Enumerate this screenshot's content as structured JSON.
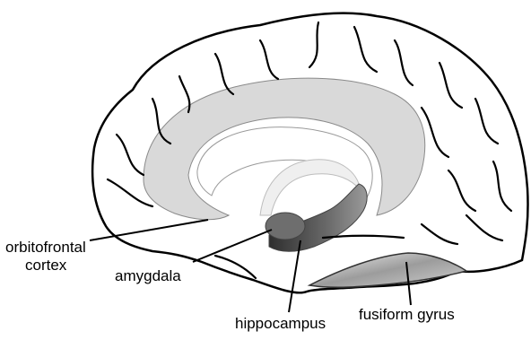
{
  "labels": {
    "orbitofrontal_line1": "orbitofrontal",
    "orbitofrontal_line2": "cortex",
    "amygdala": "amygdala",
    "hippocampus": "hippocampus",
    "fusiform": "fusiform gyrus"
  },
  "colors": {
    "outline": "#000000",
    "cingulate_fill": "#d9d9d9",
    "amygdala_fill": "#6e6e6e",
    "hippocampus_fill": "#5a5a5a",
    "fornix_fill": "#efefef",
    "fusiform_fill": "#b5b5b5"
  }
}
